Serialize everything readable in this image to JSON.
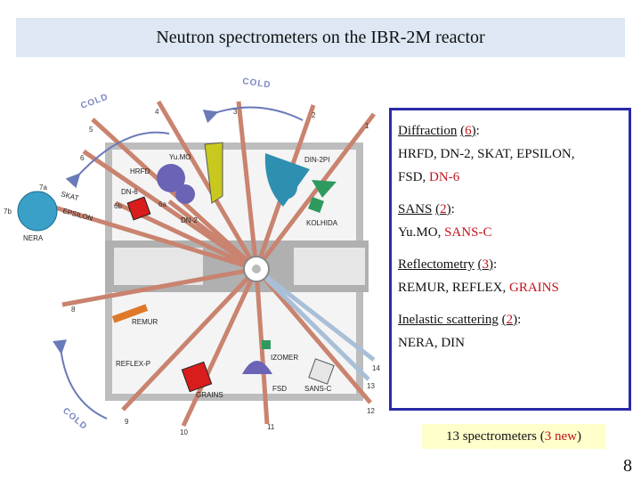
{
  "title": "Neutron spectrometers on the IBR-2M reactor",
  "diagram": {
    "cold_labels": [
      "COLD",
      "COLD",
      "COLD"
    ],
    "beam_numbers": [
      "1",
      "2",
      "3",
      "4",
      "5",
      "6",
      "7a",
      "7b",
      "6b",
      "6a",
      "8",
      "9",
      "10",
      "11",
      "12",
      "13",
      "14"
    ],
    "instruments": {
      "yumo": "Yu.MO",
      "hrfd": "HRFD",
      "dn6": "DN-6",
      "dn2": "DN-2",
      "dn2pi": "DIN-2PI",
      "kolhida": "KOLHIDA",
      "skat": "SKAT",
      "epsilon": "EPSILON",
      "nera": "NERA",
      "remur": "REMUR",
      "reflexp": "REFLEX-P",
      "grains": "GRAINS",
      "izomer": "IZOMER",
      "fsd": "FSD",
      "sansc": "SANS-C"
    },
    "colors": {
      "beam": "#c9836f",
      "beam_light": "#a9bfd8",
      "hall": "#a0a0a0",
      "hall_light": "#d0d0d0",
      "green": "#2e9a5e",
      "red": "#d91c1c",
      "yellow": "#c8c81e",
      "purple": "#6b63b5",
      "teal": "#2e8fb0",
      "orange": "#e0782a"
    }
  },
  "groups": [
    {
      "head": "Diffraction",
      "count": "6",
      "list": [
        {
          "t": "HRFD, DN-2, SKAT, EPSILON,",
          "red": false
        },
        {
          "t": "FSD,",
          "red": false
        },
        {
          "t": "DN-6",
          "red": true
        }
      ]
    },
    {
      "head": "SANS",
      "count": "2",
      "list": [
        {
          "t": "Yu.MO,",
          "red": false
        },
        {
          "t": "SANS-C",
          "red": true
        }
      ]
    },
    {
      "head": "Reflectometry",
      "count": "3",
      "list": [
        {
          "t": "REMUR, REFLEX,",
          "red": false
        },
        {
          "t": "GRAINS",
          "red": true
        }
      ]
    },
    {
      "head": "Inelastic scattering",
      "count": "2",
      "list": [
        {
          "t": "NERA, DIN",
          "red": false
        }
      ]
    }
  ],
  "summary": {
    "prefix": "13 spectrometers (",
    "new_text": "3 new",
    "suffix": ")"
  },
  "page_number": "8"
}
